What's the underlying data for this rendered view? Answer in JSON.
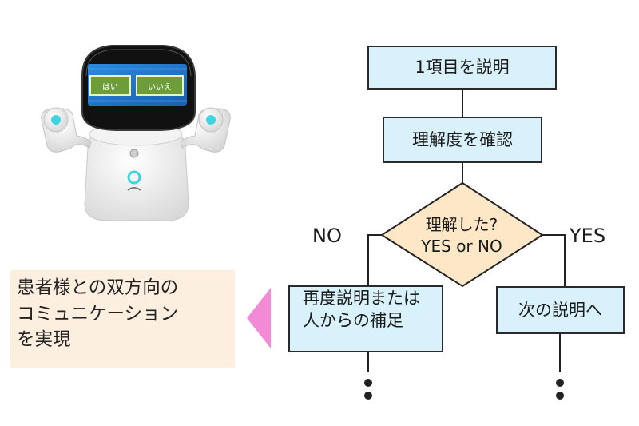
{
  "robot": {
    "yes_button": "はい",
    "no_button": "いいえ"
  },
  "callout": {
    "line1": "患者様との双方向の",
    "line2": "コミュニケーション",
    "line3": "を実現"
  },
  "flow": {
    "step1": "1項目を説明",
    "step2": "理解度を確認",
    "decision_line1": "理解した?",
    "decision_line2": "YES or NO",
    "no_label": "NO",
    "yes_label": "YES",
    "no_action_line1": "再度説明または",
    "no_action_line2": "人からの補足",
    "yes_action": "次の説明へ"
  },
  "colors": {
    "box_fill": "#d9f1fb",
    "decision_fill": "#fde7c6",
    "callout_fill": "#fcefdf",
    "arrow_fill": "#f28ad6",
    "screen_blue": "#1f78c8",
    "button_green": "#6d9c3a"
  }
}
